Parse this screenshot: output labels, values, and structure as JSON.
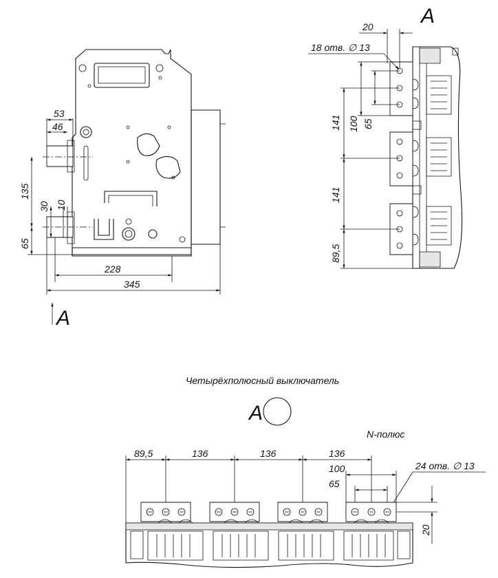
{
  "view_markers": {
    "view_a_top": "A",
    "view_a_arrow": "A",
    "view_a_bottom": "A"
  },
  "side_view": {
    "dims": {
      "d53": "53",
      "d46": "46",
      "d135": "135",
      "d30": "30",
      "d10": "10",
      "d65": "65",
      "d228": "228",
      "d345": "345"
    }
  },
  "rear_view": {
    "dims": {
      "d20": "20",
      "holes": "18 отв. ∅ 13",
      "d141a": "141",
      "d100": "100",
      "d65": "65",
      "d141b": "141",
      "d89": "89,5"
    }
  },
  "four_pole": {
    "caption": "Четырёхполюсный выключатель",
    "n_pole": "N-полюс",
    "dims": {
      "d89": "89,5",
      "d136a": "136",
      "d136b": "136",
      "d136c": "136",
      "d100": "100",
      "d65": "65",
      "holes": "24 отв. ∅ 13",
      "d20": "20"
    }
  }
}
